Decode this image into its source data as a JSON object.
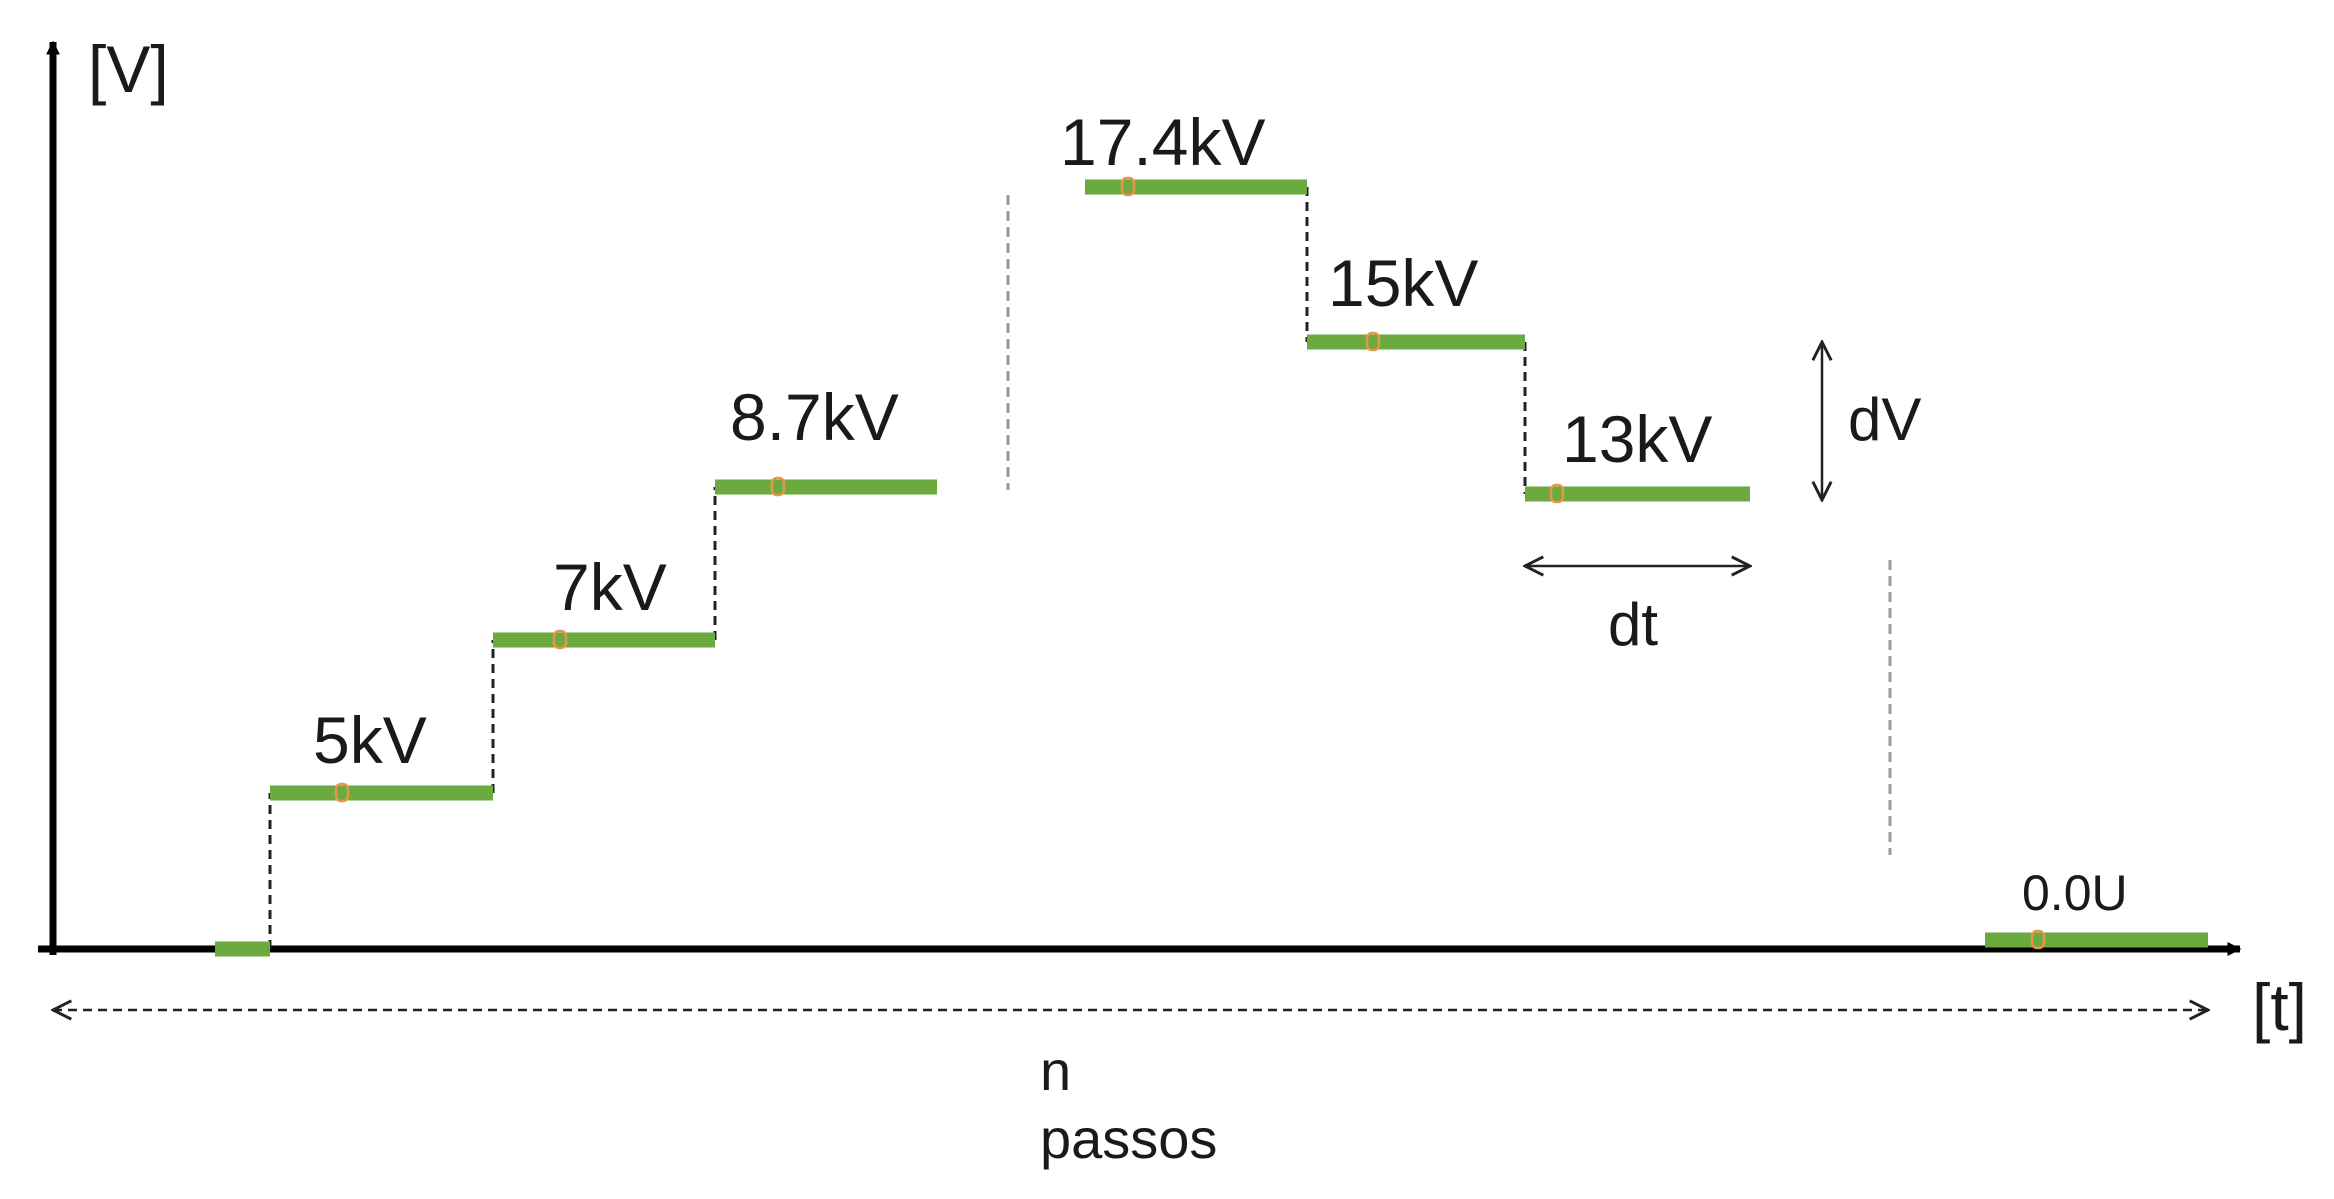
{
  "axes": {
    "y_label": "[V]",
    "x_label": "[t]"
  },
  "steps": [
    {
      "label": ""
    },
    {
      "label": "5kV"
    },
    {
      "label": "7kV"
    },
    {
      "label": "8.7kV"
    },
    {
      "label": "17.4kV"
    },
    {
      "label": "15kV"
    },
    {
      "label": "13kV"
    },
    {
      "label": "0.0U"
    }
  ],
  "dimensions": {
    "dv_label": "dV",
    "dt_label": "dt",
    "n_label": "n",
    "steps_label": "passos"
  },
  "colors": {
    "step_bar": "#6aaa3f",
    "marker": "#e8954a",
    "zero_label": "#e8954a",
    "axis": "#000000",
    "connector": "#222222",
    "break_line": "#9a9a9a"
  }
}
